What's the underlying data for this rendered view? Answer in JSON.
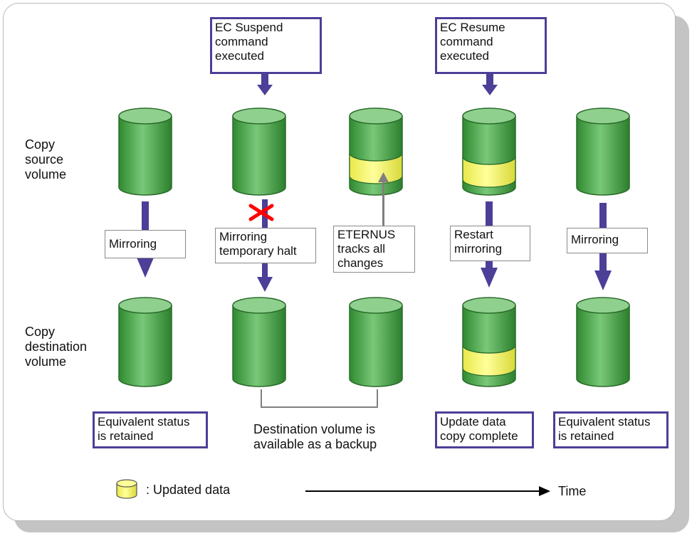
{
  "commands": {
    "suspend": "EC Suspend\ncommand\nexecuted",
    "resume": "EC Resume\ncommand\nexecuted"
  },
  "row_labels": {
    "source": "Copy\nsource\nvolume",
    "destination": "Copy\ndestination\nvolume"
  },
  "steps": {
    "mirroring_1": "Mirroring",
    "halt": "Mirroring\ntemporary halt",
    "tracks": "ETERNUS\ntracks all\nchanges",
    "restart": "Restart\nmirroring",
    "mirroring_2": "Mirroring"
  },
  "statuses": {
    "equivalent_1": "Equivalent status\nis retained",
    "backup": "Destination volume is\navailable as a backup",
    "update_complete": "Update data\ncopy complete",
    "equivalent_2": "Equivalent status\nis retained"
  },
  "legend": {
    "updated_data": ": Updated data",
    "time": "Time"
  },
  "colors": {
    "volume_green": "#5fb55f",
    "updated_yellow": "#ffff66",
    "command_border": "#4b3f98",
    "arrow": "#4b3f98",
    "halt_mark": "#ff0000"
  },
  "icons": [
    "cylinder-volume",
    "red-x-mark",
    "time-arrow"
  ]
}
